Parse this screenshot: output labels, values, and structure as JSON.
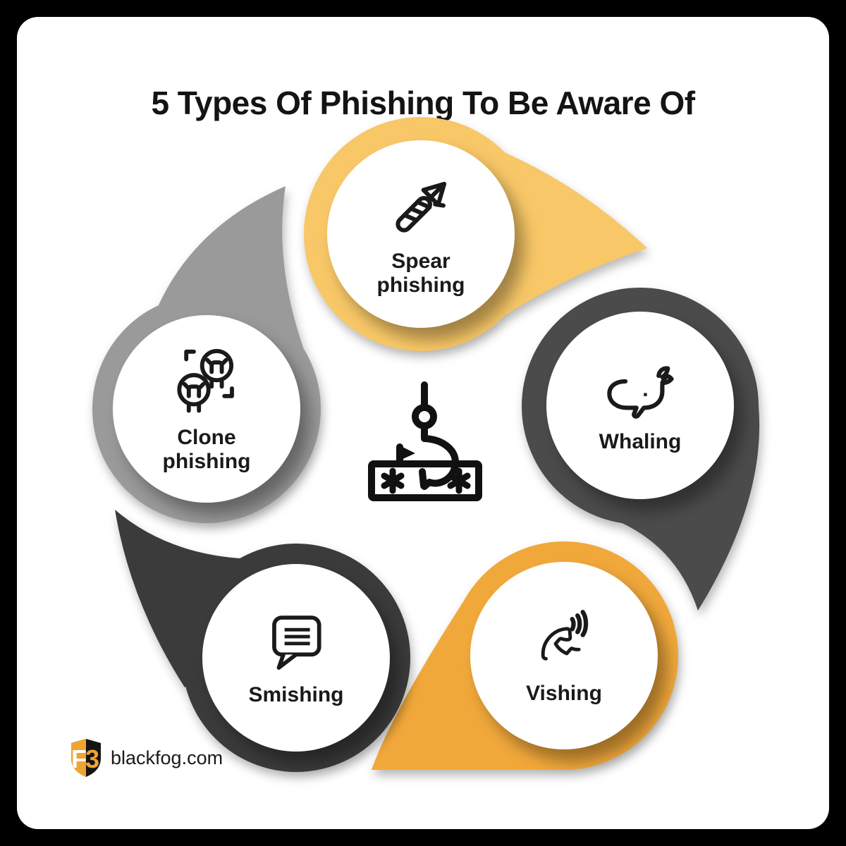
{
  "title": "5 Types Of Phishing To Be Aware Of",
  "diagram": {
    "type": "pentagon-cycle-infographic",
    "center_icon": "fishhook-stealing-password-icon",
    "nodes": [
      {
        "id": "spear-phishing",
        "label": "Spear phishing",
        "lines": [
          "Spear",
          "phishing"
        ],
        "icon": "spear-icon",
        "color": "#F8C767"
      },
      {
        "id": "whaling",
        "label": "Whaling",
        "lines": [
          "Whaling"
        ],
        "icon": "whale-icon",
        "color": "#4B4B4B"
      },
      {
        "id": "vishing",
        "label": "Vishing",
        "lines": [
          "Vishing"
        ],
        "icon": "phone-call-icon",
        "color": "#F1A83B"
      },
      {
        "id": "smishing",
        "label": "Smishing",
        "lines": [
          "Smishing"
        ],
        "icon": "sms-bubble-icon",
        "color": "#3B3B3B"
      },
      {
        "id": "clone-phishing",
        "label": "Clone phishing",
        "lines": [
          "Clone",
          "phishing"
        ],
        "icon": "clone-bugs-icon",
        "color": "#9A9A9A"
      }
    ]
  },
  "brand": {
    "domain": "blackfog.com",
    "logo_letters": [
      "F",
      "3"
    ],
    "logo_orange": "#F0A32F",
    "logo_black": "#141414"
  },
  "colors": {
    "ink": "#1a1a1a",
    "card_background": "#ffffff",
    "frame_background": "#000000"
  }
}
